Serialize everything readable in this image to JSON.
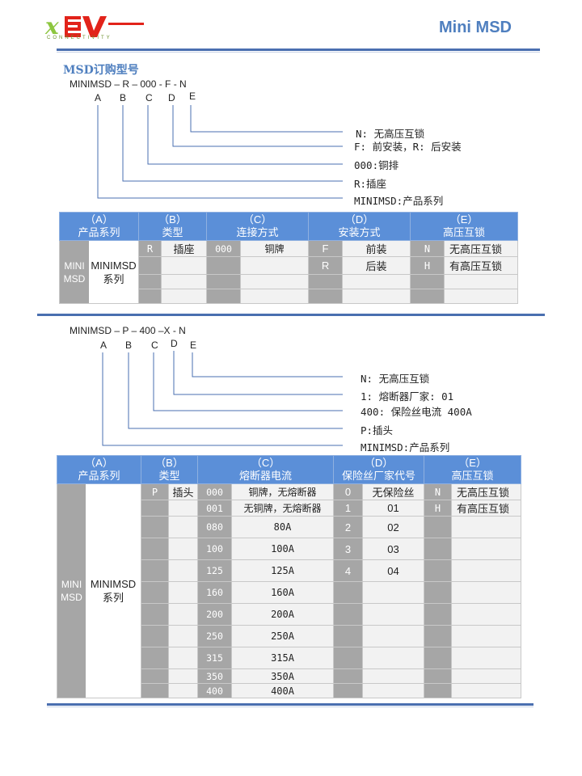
{
  "header": {
    "page_title": "Mini MSD",
    "logo_sub": "CONNECTIVITY",
    "brand_colors": {
      "green": "#8dc63f",
      "red": "#e2231a",
      "blue": "#4f7fbf"
    }
  },
  "section1": {
    "heading": "MSD订购型号",
    "code": "MINIMSD – R – 000 - F - N",
    "letters": [
      "A",
      "B",
      "C",
      "D",
      "E"
    ],
    "legend": [
      "N: 无高压互锁",
      "F: 前安装，R: 后安装",
      "000:铜排",
      "R:插座",
      "MINIMSD:产品系列"
    ],
    "table": {
      "headers": [
        {
          "code": "（A）",
          "name": "产品系列"
        },
        {
          "code": "（B）",
          "name": "类型"
        },
        {
          "code": "（C）",
          "name": "连接方式"
        },
        {
          "code": "（D）",
          "name": "安装方式"
        },
        {
          "code": "（E）",
          "name": "高压互锁"
        }
      ],
      "series_code": "MINI MSD",
      "series_name": "MINIMSD 系列",
      "rows": [
        {
          "b_code": "R",
          "b_name": "插座",
          "c_code": "000",
          "c_name": "铜牌",
          "d_code": "F",
          "d_name": "前装",
          "e_code": "N",
          "e_name": "无高压互锁"
        },
        {
          "b_code": "",
          "b_name": "",
          "c_code": "",
          "c_name": "",
          "d_code": "R",
          "d_name": "后装",
          "e_code": "H",
          "e_name": "有高压互锁"
        },
        {
          "b_code": "",
          "b_name": "",
          "c_code": "",
          "c_name": "",
          "d_code": "",
          "d_name": "",
          "e_code": "",
          "e_name": ""
        },
        {
          "b_code": "",
          "b_name": "",
          "c_code": "",
          "c_name": "",
          "d_code": "",
          "d_name": "",
          "e_code": "",
          "e_name": ""
        }
      ]
    }
  },
  "section2": {
    "code": "MINIMSD – P – 400 –X - N",
    "letters": [
      "A",
      "B",
      "C",
      "D",
      "E"
    ],
    "legend": [
      "N: 无高压互锁",
      "1: 熔断器厂家: 01",
      "400: 保险丝电流 400A",
      "P:插头",
      "MINIMSD:产品系列"
    ],
    "table": {
      "headers": [
        {
          "code": "（A）",
          "name": "产品系列"
        },
        {
          "code": "（B）",
          "name": "类型"
        },
        {
          "code": "（C）",
          "name": "熔断器电流"
        },
        {
          "code": "（D）",
          "name": "保险丝厂家代号"
        },
        {
          "code": "（E）",
          "name": "高压互锁"
        }
      ],
      "series_code": "MINI MSD",
      "series_name": "MINIMSD 系列",
      "rows": [
        {
          "b_code": "P",
          "b_name": "插头",
          "c_code": "000",
          "c_name": "铜牌，无熔断器",
          "d_code": "0",
          "d_name": "无保险丝",
          "e_code": "N",
          "e_name": "无高压互锁"
        },
        {
          "b_code": "",
          "b_name": "",
          "c_code": "001",
          "c_name": "无铜牌，无熔断器",
          "d_code": "1",
          "d_name": "01",
          "e_code": "H",
          "e_name": "有高压互锁"
        },
        {
          "b_code": "",
          "b_name": "",
          "c_code": "080",
          "c_name": "80A",
          "d_code": "2",
          "d_name": "02",
          "e_code": "",
          "e_name": ""
        },
        {
          "b_code": "",
          "b_name": "",
          "c_code": "100",
          "c_name": "100A",
          "d_code": "3",
          "d_name": "03",
          "e_code": "",
          "e_name": ""
        },
        {
          "b_code": "",
          "b_name": "",
          "c_code": "125",
          "c_name": "125A",
          "d_code": "4",
          "d_name": "04",
          "e_code": "",
          "e_name": ""
        },
        {
          "b_code": "",
          "b_name": "",
          "c_code": "160",
          "c_name": "160A",
          "d_code": "",
          "d_name": "",
          "e_code": "",
          "e_name": ""
        },
        {
          "b_code": "",
          "b_name": "",
          "c_code": "200",
          "c_name": "200A",
          "d_code": "",
          "d_name": "",
          "e_code": "",
          "e_name": ""
        },
        {
          "b_code": "",
          "b_name": "",
          "c_code": "250",
          "c_name": "250A",
          "d_code": "",
          "d_name": "",
          "e_code": "",
          "e_name": ""
        },
        {
          "b_code": "",
          "b_name": "",
          "c_code": "315",
          "c_name": "315A",
          "d_code": "",
          "d_name": "",
          "e_code": "",
          "e_name": ""
        },
        {
          "b_code": "",
          "b_name": "",
          "c_code": "350",
          "c_name": "350A",
          "d_code": "",
          "d_name": "",
          "e_code": "",
          "e_name": ""
        },
        {
          "b_code": "",
          "b_name": "",
          "c_code": "400",
          "c_name": "400A",
          "d_code": "",
          "d_name": "",
          "e_code": "",
          "e_name": ""
        }
      ]
    }
  }
}
